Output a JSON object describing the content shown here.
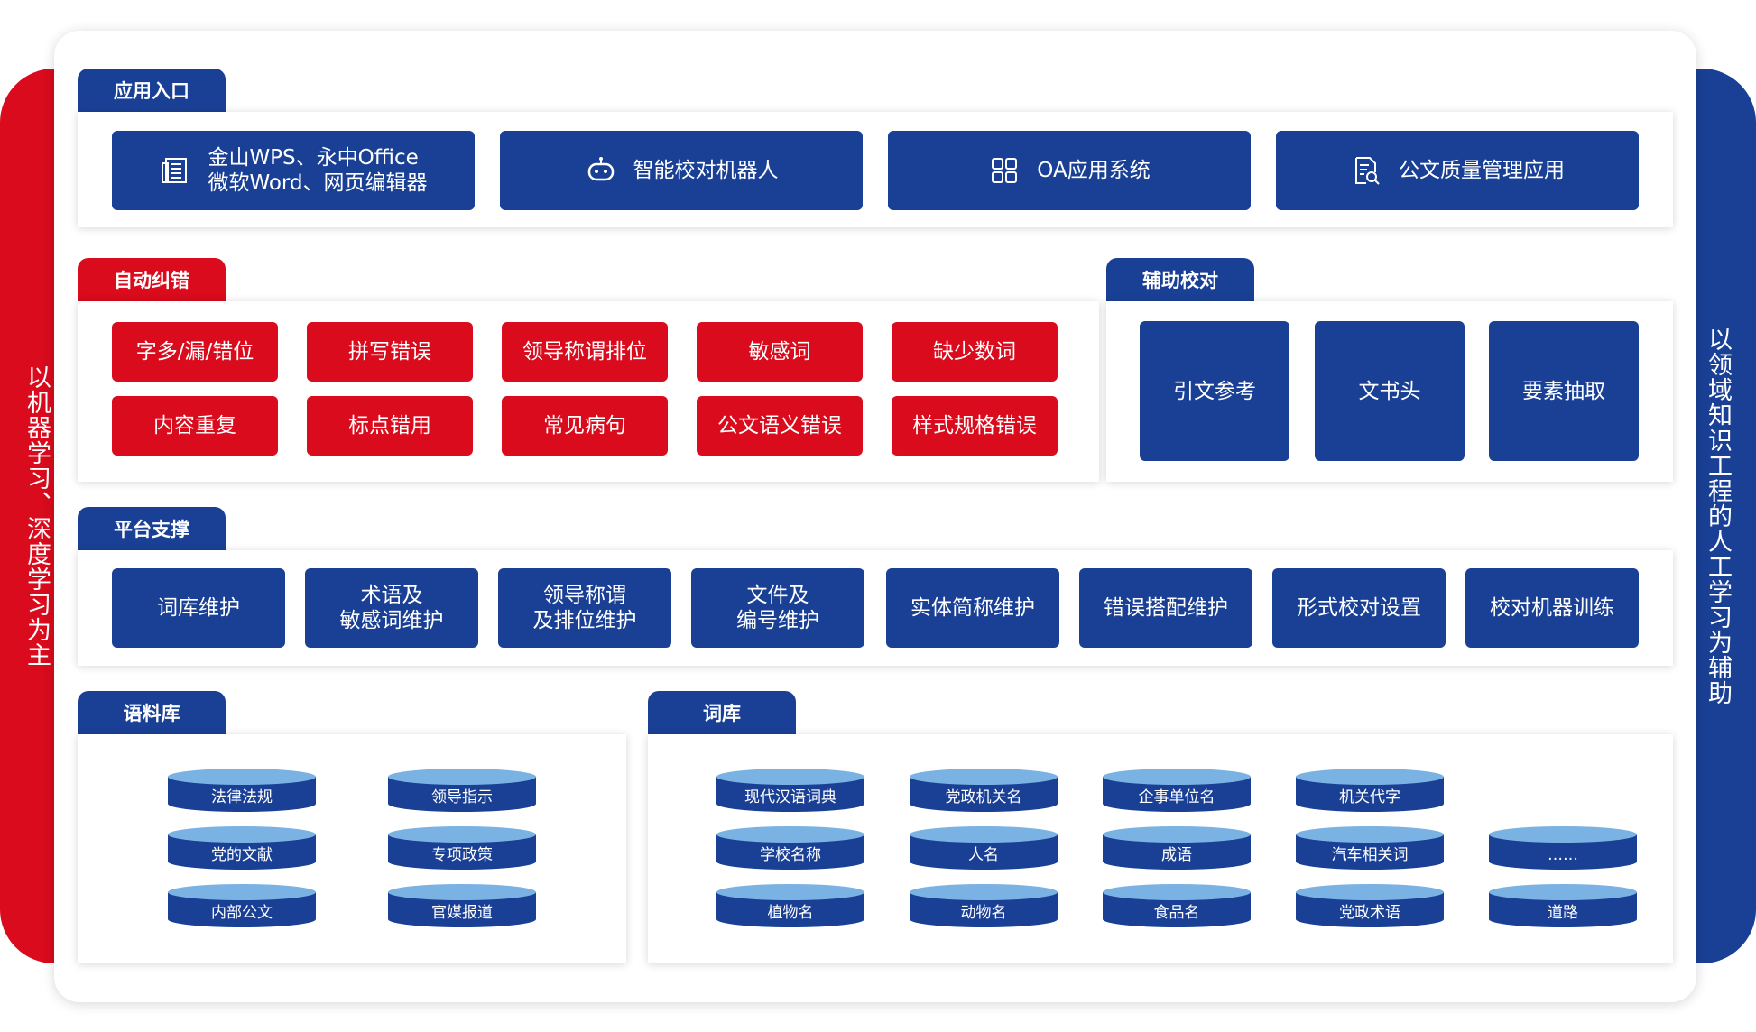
{
  "sides": {
    "left": "以机器学习、深度学习为主",
    "right": "以领域知识工程的人工学习为辅助"
  },
  "entry": {
    "title": "应用入口",
    "items": [
      {
        "label": "金山WPS、永中Office\n微软Word、网页编辑器",
        "icon": "document-icon"
      },
      {
        "label": "智能校对机器人",
        "icon": "robot-icon"
      },
      {
        "label": "OA应用系统",
        "icon": "grid-apps-icon"
      },
      {
        "label": "公文质量管理应用",
        "icon": "doc-search-icon"
      }
    ]
  },
  "auto": {
    "title": "自动纠错",
    "items": [
      "字多/漏/错位",
      "拼写错误",
      "领导称谓排位",
      "敏感词",
      "缺少数词",
      "内容重复",
      "标点错用",
      "常见病句",
      "公文语义错误",
      "样式规格错误"
    ]
  },
  "assist": {
    "title": "辅助校对",
    "items": [
      "引文参考",
      "文书头",
      "要素抽取"
    ]
  },
  "platform": {
    "title": "平台支撑",
    "items": [
      "词库维护",
      "术语及\n敏感词维护",
      "领导称谓\n及排位维护",
      "文件及\n编号维护",
      "实体简称维护",
      "错误搭配维护",
      "形式校对设置",
      "校对机器训练"
    ]
  },
  "corpus": {
    "title": "语料库",
    "items": [
      "法律法规",
      "领导指示",
      "党的文献",
      "专项政策",
      "内部公文",
      "官媒报道"
    ]
  },
  "lexicon": {
    "title": "词库",
    "items": [
      "现代汉语词典",
      "党政机关名",
      "企事单位名",
      "机关代字",
      "",
      "学校名称",
      "人名",
      "成语",
      "汽车相关词",
      "……",
      "植物名",
      "动物名",
      "食品名",
      "党政术语",
      "道路"
    ]
  },
  "colors": {
    "blue": "#1a4096",
    "red": "#d90b1c",
    "cyl_top": "#7ab2e4"
  }
}
